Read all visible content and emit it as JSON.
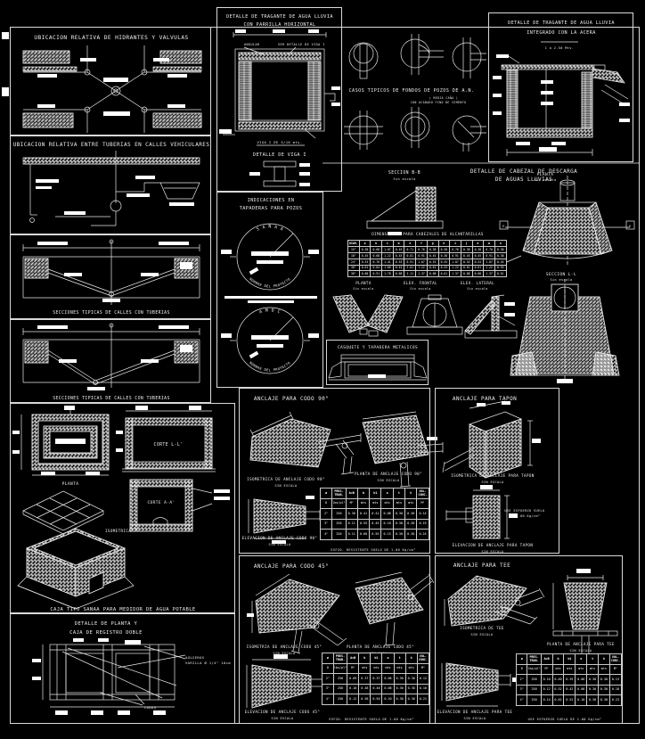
{
  "hydrants": {
    "title": "UBICACION RELATIVA DE HIDRANTES Y VALVULAS"
  },
  "pipes": {
    "title": "UBICACION RELATIVA ENTRE TUBERIAS EN CALLES VEHICULARES"
  },
  "sections": {
    "caption": "SECCIONES TIPICAS DE CALLES CON TUBERIAS"
  },
  "grate": {
    "t1": "DETALLE DE TRAGANTE DE AGUA LLUVIA",
    "t2": "CON PARRILLA HORIZONTAL",
    "angular": "ANGULAR",
    "see_beam": "VER DETALLE DE VIGA I",
    "beam_note": "VIGA I DE 5/16 mts.",
    "beam_cap": "DETALLE DE VIGA I"
  },
  "covers": {
    "t1": "INDICACIONES EN",
    "t2": "TAPADERAS PARA POZOS",
    "c1": "S A N A A",
    "c2": "A M D C",
    "proj": "NOMBRE  DEL  PROYECTO"
  },
  "wells": {
    "title": "CASOS TIPICOS DE FONDOS DE POZOS DE A.N.",
    "n1": "( MEDIA CAÑA )",
    "n2": "CON ACABADO FINO DE CEMENTO"
  },
  "curb": {
    "t1": "DETALLE DE TRAGANTE DE AGUA LLUVIA",
    "t2": "INTEGRADO CON LA ACERA",
    "dim": "1 a 2.50 Mts."
  },
  "head": {
    "t1": "DETALLE DE CABEZAL DE DESCARGA",
    "t2": "DE AGUAS LLUVIAS",
    "bb": "SECCION B-B",
    "se": "Sin escala",
    "tt": "DIMENSIONES PARA CABEZALES DE ALCANTARILLAS",
    "planta": "PLANTA",
    "front": "ELEV. FRONTAL",
    "lat": "ELEV. LATERAL",
    "ll": "SECCION L-L",
    "rows": [
      [
        "DIAM.",
        "a",
        "b",
        "c",
        "d",
        "e",
        "f",
        "g",
        "h",
        "i",
        "j",
        "k",
        "m",
        "n"
      ],
      [
        "15\"",
        "0.38",
        "0.60",
        "1.07",
        "0.45",
        "0.71",
        "0.76",
        "0.38",
        "0.30",
        "0.76",
        "0.38",
        "0.38",
        "0.76",
        "0.30"
      ],
      [
        "18\"",
        "0.45",
        "0.68",
        "1.22",
        "0.45",
        "0.81",
        "0.91",
        "0.45",
        "0.38",
        "0.91",
        "0.45",
        "0.45",
        "0.91",
        "0.38"
      ],
      [
        "24\"",
        "0.53",
        "0.76",
        "1.41",
        "0.53",
        "0.91",
        "1.07",
        "0.53",
        "0.45",
        "1.07",
        "0.53",
        "0.53",
        "1.07",
        "0.45"
      ],
      [
        "30\"",
        "0.61",
        "0.84",
        "1.60",
        "0.61",
        "1.01",
        "1.22",
        "0.61",
        "0.53",
        "1.22",
        "0.61",
        "0.61",
        "1.22",
        "0.53"
      ],
      [
        "36\"",
        "0.68",
        "0.91",
        "1.78",
        "0.68",
        "1.11",
        "1.37",
        "0.68",
        "0.61",
        "1.37",
        "0.68",
        "0.68",
        "1.37",
        "0.61"
      ]
    ]
  },
  "cap": {
    "title": "CASQUETE Y TAPADERA METALICOS"
  },
  "a90": {
    "title": "ANCLAJE PARA CODO 90°",
    "iso": "ISOMETRICA DE ANCLAJE CODO 90°",
    "plan": "PLANTA DE ANCLAJE CODO 90°",
    "elev": "ELEVACION DE ANCLAJE CODO 90°",
    "se": "SIN ESCALA",
    "note": "ESFZO. RESISTENTE SUELO DE 1.00 Kg/cm²",
    "rows": [
      [
        "ø",
        "PRES. TRAB.",
        "A=B",
        "b",
        "b1",
        "a",
        "t",
        "h",
        "VOL. CONC."
      ],
      [
        "D",
        "lbs/pl²",
        "M²",
        "mts",
        "mts",
        "mts",
        "mts",
        "mts",
        "M³"
      ],
      [
        "2\"",
        "250",
        "0.30",
        "0.41",
        "0.41",
        "0.08",
        "0.30",
        "0.30",
        "0.14"
      ],
      [
        "3\"",
        "250",
        "0.11",
        "0.55",
        "0.45",
        "0.10",
        "0.30",
        "0.30",
        "0.19"
      ],
      [
        "4\"",
        "250",
        "0.11",
        "0.60",
        "0.55",
        "0.15",
        "0.30",
        "0.30",
        "0.24"
      ]
    ]
  },
  "plug": {
    "title": "ANCLAJE PARA TAPON",
    "iso": "ISOMETRICA DE ANCLAJE PARA TAPON",
    "elev": "ELEVACION DE ANCLAJE PARA TAPON",
    "se": "SIN ESCALA",
    "n1": "USE ESFUERZO SUELO",
    "n2": "DE 1.00 Kg/cm²"
  },
  "a45": {
    "title": "ANCLAJE PARA CODO 45°",
    "iso": "ISOMETRIA DE ANCLAJE CODO 45°",
    "plan": "PLANTA DE ANCLAJE CODO 45°",
    "elev": "ELEVACION DE ANCLAJE CODO 45°",
    "se": "SIN ESCALA",
    "note": "ESFZO. RESISTENTE SUELO DE 1.00 Kg/cm²",
    "rows": [
      [
        "ø",
        "PRES. TRAB.",
        "A=B",
        "b",
        "b1",
        "a",
        "t",
        "h",
        "VOL. CONC."
      ],
      [
        "D",
        "lbs/pl²",
        "M²",
        "mts",
        "mts",
        "mts",
        "mts",
        "mts",
        "M³"
      ],
      [
        "2\"",
        "250",
        "0.09",
        "0.37",
        "0.37",
        "0.06",
        "0.30",
        "0.30",
        "0.12"
      ],
      [
        "3\"",
        "250",
        "0.10",
        "0.48",
        "0.40",
        "0.08",
        "0.30",
        "0.30",
        "0.16"
      ],
      [
        "4\"",
        "250",
        "0.12",
        "0.58",
        "0.50",
        "0.10",
        "0.30",
        "0.30",
        "0.21"
      ]
    ]
  },
  "tee": {
    "title": "ANCLAJE PARA TEE",
    "iso": "ISOMETRICA DE TEE",
    "plan": "PLANTA DE ANCLAJE PARA TEE",
    "elev": "ELEVACION DE ANCLAJE PARA TEE",
    "se": "SIN ESCALA",
    "note": "USE ESFUERZO SUELO DE 1.00 Kg/cm²",
    "rows": [
      [
        "ø",
        "PRES. TRAB.",
        "A=B",
        "b",
        "b1",
        "a",
        "t",
        "h",
        "VOL. CONC."
      ],
      [
        "D",
        "lbs/pl²",
        "M²",
        "mts",
        "mts",
        "mts",
        "mts",
        "mts",
        "M³"
      ],
      [
        "2\"",
        "250",
        "0.10",
        "0.40",
        "0.35",
        "0.06",
        "0.30",
        "0.30",
        "0.13"
      ],
      [
        "3\"",
        "250",
        "0.12",
        "0.52",
        "0.42",
        "0.08",
        "0.30",
        "0.30",
        "0.18"
      ],
      [
        "4\"",
        "250",
        "0.14",
        "0.62",
        "0.52",
        "0.10",
        "0.30",
        "0.30",
        "0.23"
      ]
    ]
  },
  "box": {
    "planta": "PLANTA",
    "ll": "CORTE L-L'",
    "aa": "CORTE A-A'",
    "iso": "ISOMETRICA",
    "title": "CAJA TIPO SANAA PARA MEDIDOR DE AGUA POTABLE"
  },
  "dbox": {
    "t1": "DETALLE DE PLANTA Y",
    "t2": "CAJA DE REGISTRO DOBLE",
    "a1": "AGUJEROS",
    "a2": "VARILLA Ø 1/4\" 10cm",
    "codos": "CODOS"
  }
}
